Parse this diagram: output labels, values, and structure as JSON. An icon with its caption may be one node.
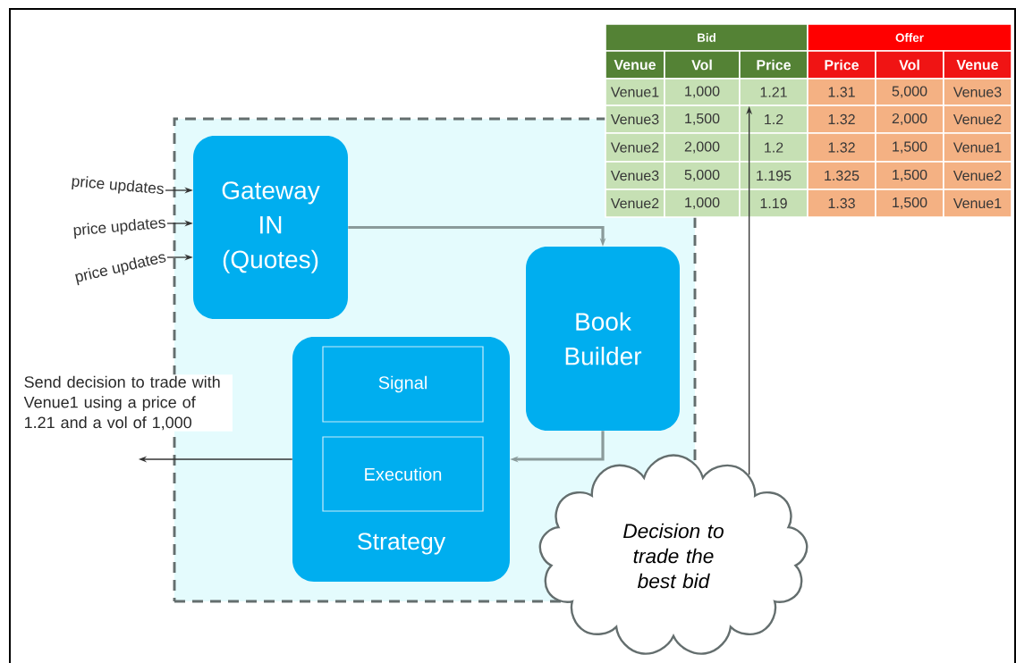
{
  "diagram": {
    "nodes": [
      {
        "text": [],
        "shape": "box"
      },
      {
        "text": [
          "Gateway IN (Quotes)"
        ],
        "in": 0
      },
      {
        "text": [
          "Book Builder"
        ],
        "in": 0
      },
      {
        "text": [
          "Strategy"
        ],
        "in": 0
      },
      {
        "text": [
          "Signal"
        ],
        "in": 3
      },
      {
        "text": [
          "Execution"
        ],
        "in": 3
      },
      {
        "text": [
          "Decision to trade the best bid"
        ]
      },
      {
        "text": [
          "price updates"
        ]
      },
      {
        "text": [
          "price updates"
        ]
      },
      {
        "text": [
          "price updates"
        ]
      },
      {
        "text": [
          "1.21"
        ]
      }
    ],
    "edges": [
      {
        "from": 7,
        "to": 1,
        "arrow": "to"
      },
      {
        "from": 8,
        "to": 1,
        "arrow": "to"
      },
      {
        "from": 9,
        "to": 1,
        "arrow": "to"
      },
      {
        "from": 1,
        "to": 2,
        "arrow": "to",
        "style": "thick",
        "color": "#8a9a9a"
      },
      {
        "from": 2,
        "to": 3,
        "arrow": "to",
        "style": "thick",
        "color": "#8a9a9a"
      },
      {
        "from": 3,
        "to": null,
        "arrow": "to",
        "label": "Send decision to trade with Venue1 using a price of 1.21 and a vol of 1,000"
      },
      {
        "from": 6,
        "to": 10,
        "arrow": "to"
      }
    ],
    "labels": [
      "Bid",
      "Offer",
      "Venue",
      "Vol",
      "Price",
      "Price",
      "Vol",
      "Venue",
      "Venue1",
      "1,000",
      "1.31",
      "5,000",
      "Venue3",
      "Venue3",
      "1,500",
      "1.2",
      "1.32",
      "2,000",
      "Venue2",
      "Venue2",
      "2,000",
      "1.2",
      "1.32",
      "1,500",
      "Venue1",
      "Venue3",
      "5,000",
      "1.195",
      "1.325",
      "1,500",
      "Venue2",
      "Venue2",
      "1,000",
      "1.19",
      "1.33",
      "1,500",
      "Venue1"
    ]
  }
}
